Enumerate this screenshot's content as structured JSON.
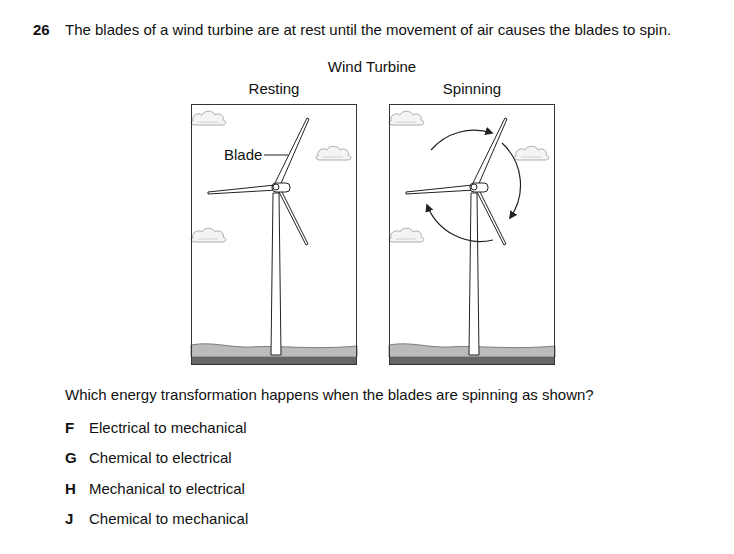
{
  "diagram": {
    "title": "Wind Turbine",
    "nodes": [
      {
        "text": [
          "Resting"
        ]
      },
      {
        "text": [
          "Spinning"
        ]
      }
    ],
    "labels": [
      "26",
      "The blades of a wind turbine are at rest until the movement of air causes the blades to spin.",
      "Blade",
      "Which energy transformation happens when the blades are spinning as shown?",
      "F",
      "Electrical to mechanical",
      "G",
      "Chemical to electrical",
      "H",
      "Mechanical to electrical",
      "J",
      "Chemical to mechanical"
    ]
  }
}
